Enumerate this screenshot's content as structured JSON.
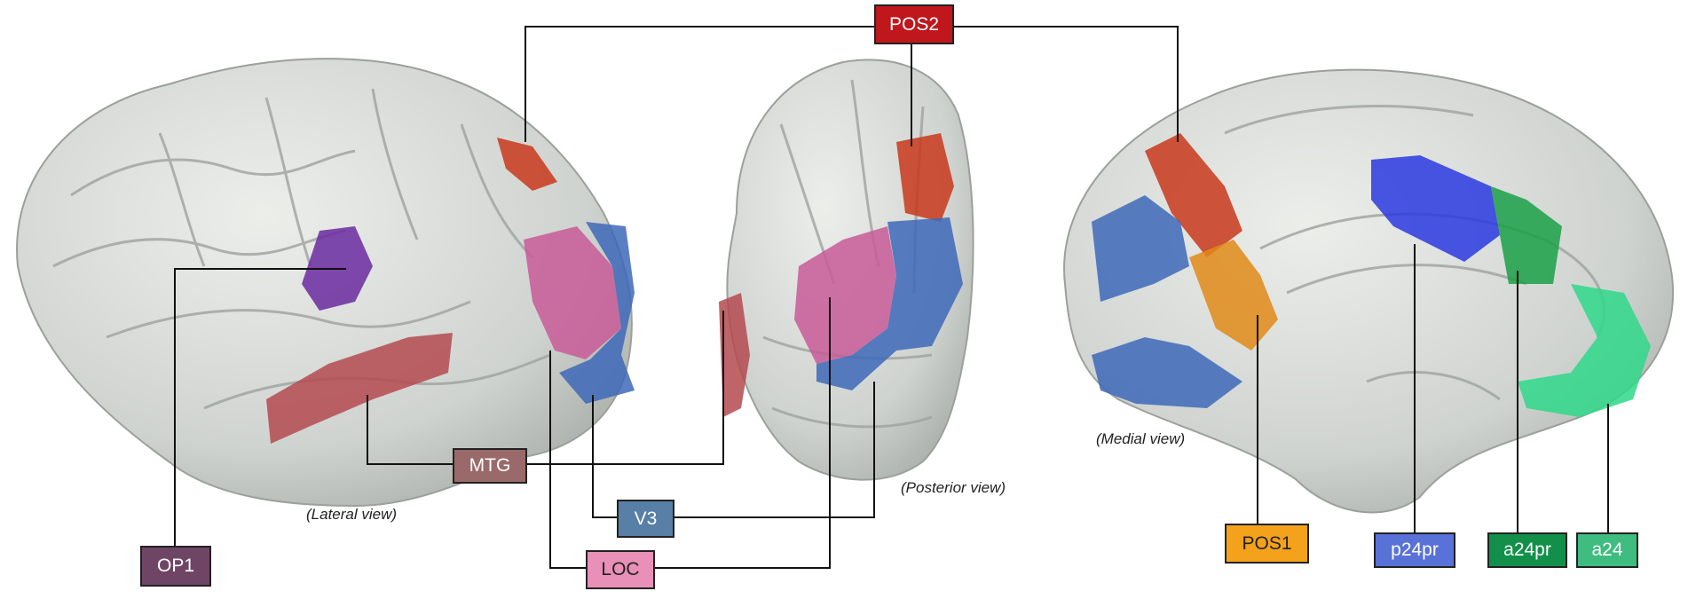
{
  "views": {
    "lateral": "(Lateral view)",
    "posterior": "(Posterior view)",
    "medial": "(Medial view)"
  },
  "labels": {
    "pos2": {
      "text": "POS2",
      "color": "#c0171c",
      "text_color": "#ffffff"
    },
    "op1": {
      "text": "OP1",
      "color": "#6f4566",
      "text_color": "#ffffff"
    },
    "mtg": {
      "text": "MTG",
      "color": "#9a6a6a",
      "text_color": "#ffffff"
    },
    "v3": {
      "text": "V3",
      "color": "#587fa5",
      "text_color": "#ffffff"
    },
    "loc": {
      "text": "LOC",
      "color": "#e890b7",
      "text_color": "#222222"
    },
    "pos1": {
      "text": "POS1",
      "color": "#f4a11b",
      "text_color": "#222222"
    },
    "p24pr": {
      "text": "p24pr",
      "color": "#5972d8",
      "text_color": "#ffffff"
    },
    "a24pr": {
      "text": "a24pr",
      "color": "#12904a",
      "text_color": "#ffffff"
    },
    "a24": {
      "text": "a24",
      "color": "#3fbc7f",
      "text_color": "#ffffff"
    }
  },
  "region_colors": {
    "pos2": "#c8381c",
    "pos1": "#e08a18",
    "op1": "#6a2aa0",
    "mtg": "#b44a50",
    "loc": "#c85a98",
    "v3": "#3d68b8",
    "p24pr": "#2a3ae0",
    "a24pr": "#1aa048",
    "a24": "#2ed88a",
    "cortex": "#d6d9d6"
  }
}
